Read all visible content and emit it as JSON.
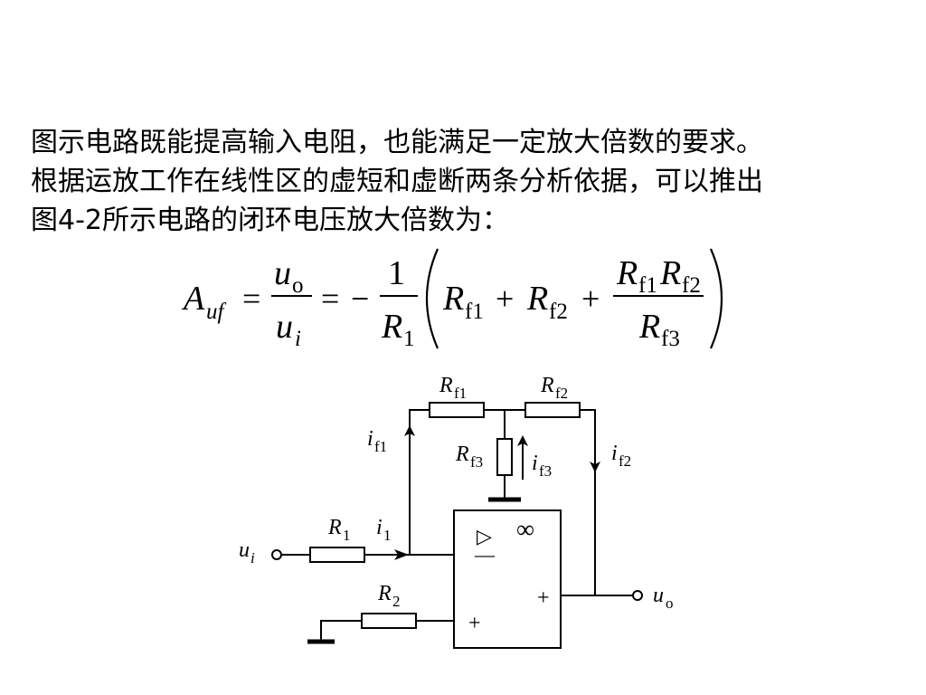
{
  "text": {
    "line1": "图示电路既能提高输入电阻，也能满足一定放大倍数的要求。",
    "line2": "根据运放工作在线性区的虚短和虚断两条分析依据，可以推出",
    "line3": "图4-2所示电路的闭环电压放大倍数为："
  },
  "formula": {
    "A": "A",
    "A_sub": "uf",
    "eq": "=",
    "u": "u",
    "o_sub": "o",
    "i_sub": "i",
    "minus": "−",
    "one": "1",
    "R": "R",
    "one_sub": "1",
    "f1_sub": "f1",
    "f2_sub": "f2",
    "f3_sub": "f3",
    "plus": "+"
  },
  "circuit": {
    "R": "R",
    "i": "i",
    "u": "u",
    "Rf1_sub": "f1",
    "Rf2_sub": "f2",
    "Rf3_sub": "f3",
    "R1_sub": "1",
    "R2_sub": "2",
    "if1_sub": "f1",
    "if2_sub": "f2",
    "if3_sub": "f3",
    "i1_sub": "1",
    "ui_sub": "i",
    "uo_sub": "o",
    "triangle": "▷",
    "infinity": "∞",
    "minus": "—",
    "plus_in": "+",
    "plus_out": "+"
  }
}
